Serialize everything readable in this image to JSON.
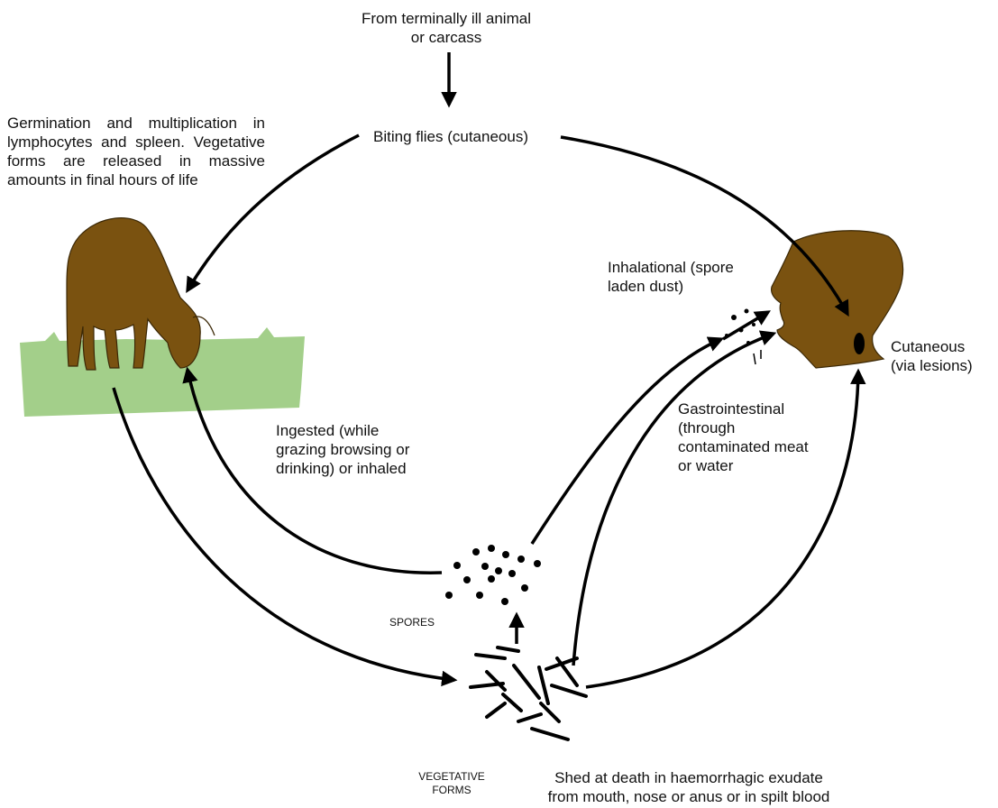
{
  "labels": {
    "source": "From terminally ill animal\nor carcass",
    "biting_flies": "Biting flies (cutaneous)",
    "germination": "Germination and multiplication in lymphocytes and spleen. Vegetative forms are released in massive amounts in final hours of life",
    "inhalational": "Inhalational (spore\nladen dust)",
    "cutaneous": "Cutaneous\n(via lesions)",
    "gastrointestinal": "Gastrointestinal\n(through\ncontaminated meat\nor water",
    "ingested": "Ingested  (while\ngrazing browsing or\ndrinking) or inhaled",
    "spores": "SPORES",
    "vegetative_forms": "VEGETATIVE\nFORMS",
    "shed": "Shed at death in haemorrhagic exudate\nfrom mouth, nose or anus or in spilt blood"
  },
  "colors": {
    "animal_brown": "#7a5210",
    "grass_green": "#a3cf8a",
    "arrow": "#000000"
  }
}
